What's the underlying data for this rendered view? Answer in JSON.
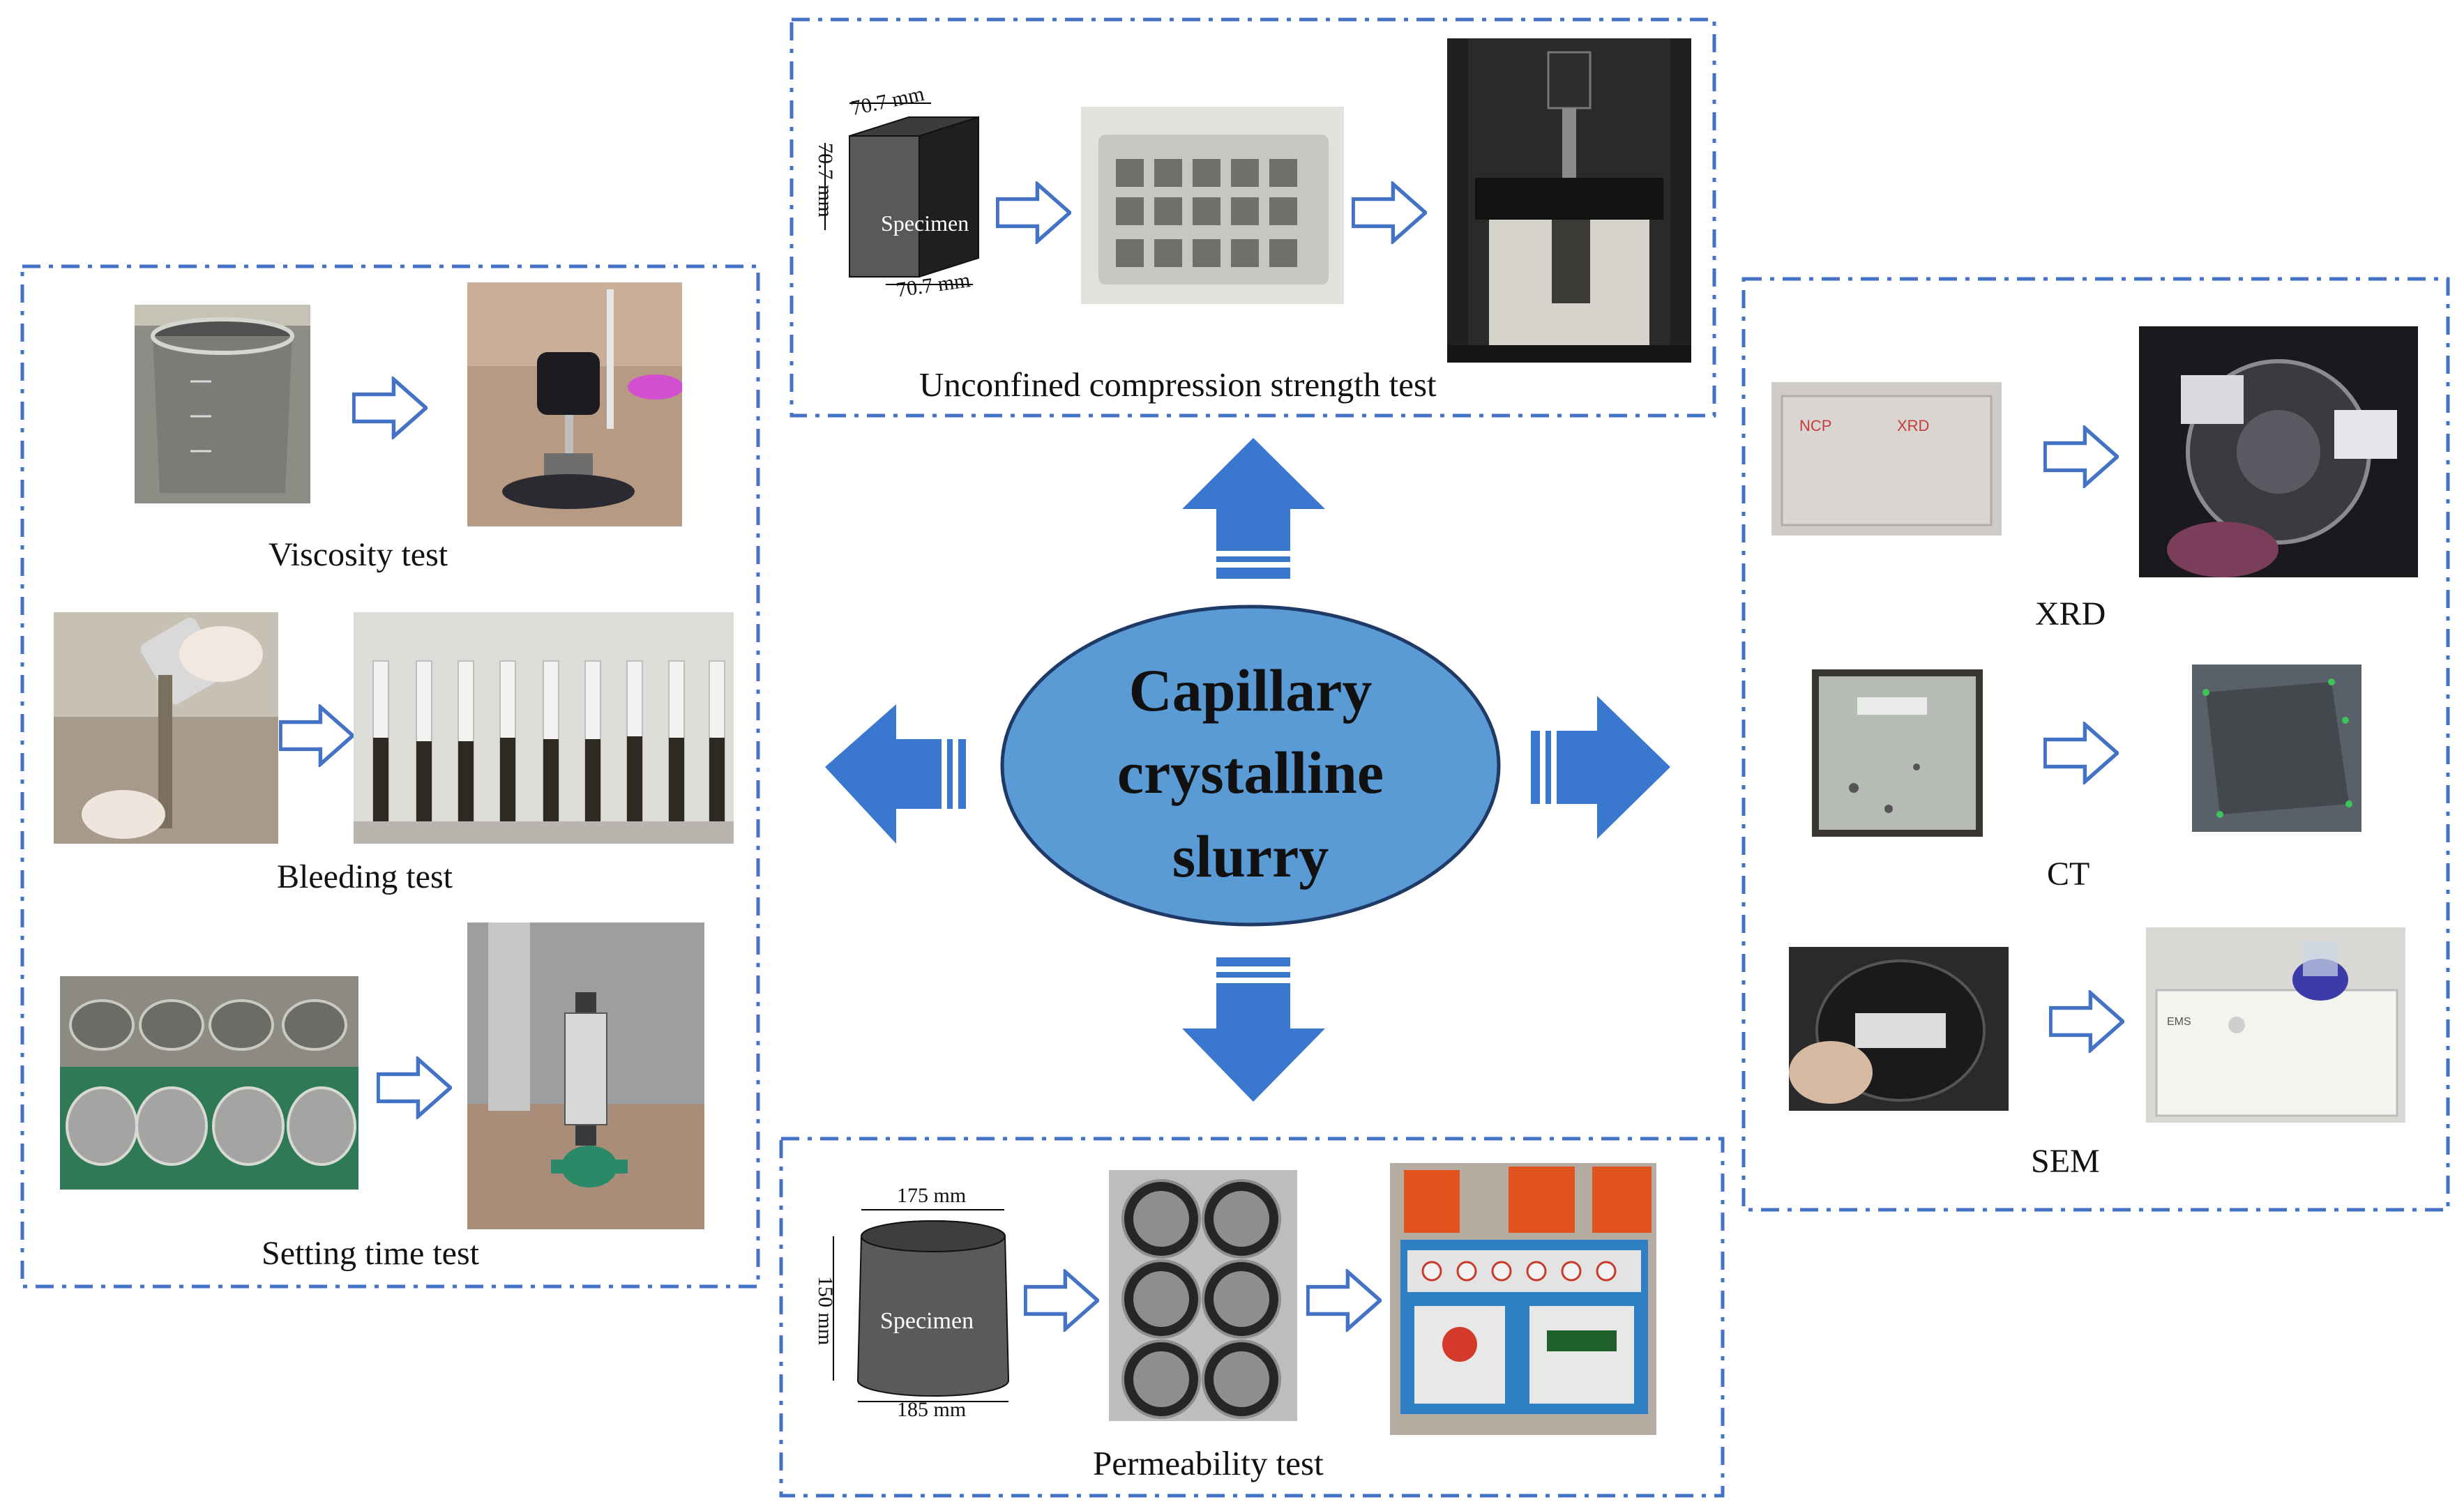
{
  "center": {
    "line1": "Capillary",
    "line2": "crystalline",
    "line3": "slurry"
  },
  "top_panel": {
    "title": "Unconfined compression strength test",
    "cube_dim_top": "70.7 mm",
    "cube_dim_side": "70.7 mm",
    "cube_dim_bottom": "70.7 mm",
    "cube_label": "Specimen"
  },
  "left_panel": {
    "viscosity_label": "Viscosity test",
    "bleeding_label": "Bleeding test",
    "setting_label": "Setting time test"
  },
  "right_panel": {
    "xrd_label": "XRD",
    "ct_label": "CT",
    "sem_label": "SEM"
  },
  "bottom_panel": {
    "title": "Permeability test",
    "dim_top": "175 mm",
    "dim_side": "150 mm",
    "dim_bottom": "185 mm",
    "specimen_label": "Specimen"
  },
  "colors": {
    "panel_border": "#4472c4",
    "big_arrow": "#3a78d0",
    "ellipse_fill": "#5b9bd5",
    "ellipse_stroke": "#1f3a66",
    "outline_arrow": "#4472c4"
  }
}
